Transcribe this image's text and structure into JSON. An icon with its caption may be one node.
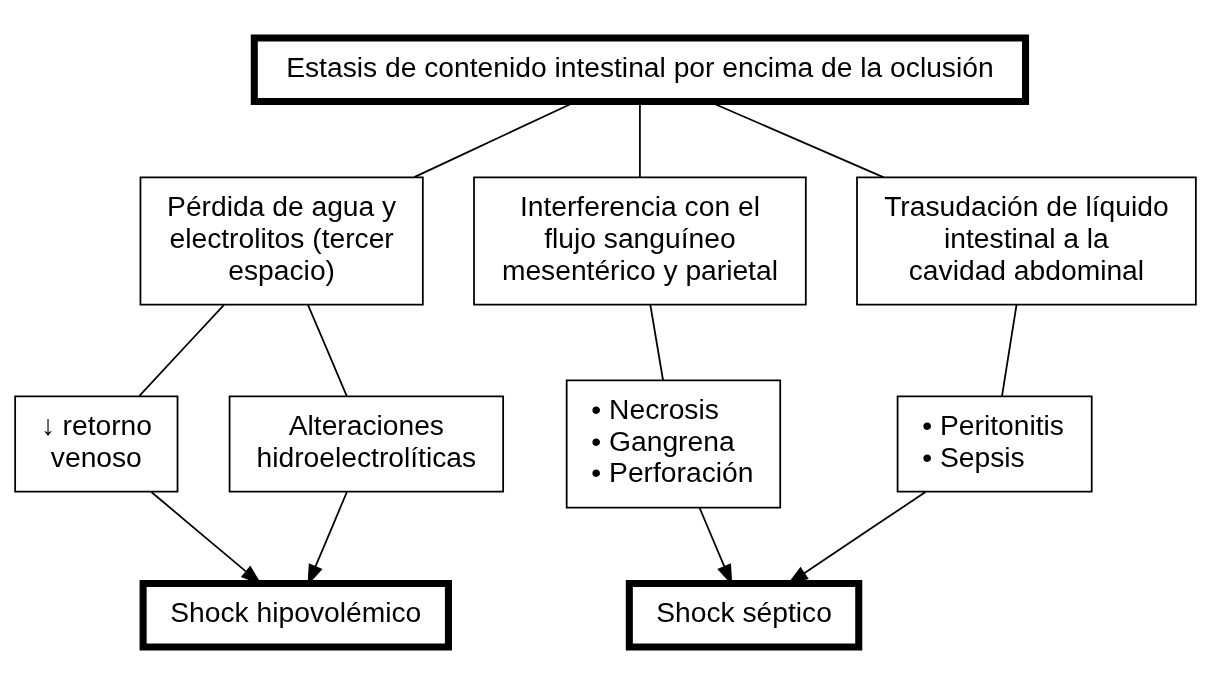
{
  "diagram": {
    "nodes": [
      {
        "text": [
          "Estasis de contenido intestinal por encima de la oclusión"
        ]
      },
      {
        "text": [
          "Pérdida de agua y electrolitos (tercer espacio)"
        ]
      },
      {
        "text": [
          "Interferencia con el flujo sanguíneo mesentérico y parietal"
        ]
      },
      {
        "text": [
          "Trasudación de líquido intestinal a la cavidad abdominal"
        ]
      },
      {
        "text": [
          "↓ retorno venoso"
        ]
      },
      {
        "text": [
          "Alteraciones hidroelectrolíticas"
        ]
      },
      {
        "text": [
          "• Necrosis",
          "• Gangrena",
          "• Perforación"
        ]
      },
      {
        "text": [
          "• Peritonitis",
          "• Sepsis"
        ]
      },
      {
        "text": [
          "Shock hipovolémico"
        ]
      },
      {
        "text": [
          "Shock séptico"
        ]
      }
    ],
    "edges": [
      {
        "from": 0,
        "to": 1,
        "arrow": "none"
      },
      {
        "from": 0,
        "to": 2,
        "arrow": "none"
      },
      {
        "from": 0,
        "to": 3,
        "arrow": "none"
      },
      {
        "from": 1,
        "to": 4,
        "arrow": "none"
      },
      {
        "from": 1,
        "to": 5,
        "arrow": "none"
      },
      {
        "from": 2,
        "to": 6,
        "arrow": "none"
      },
      {
        "from": 3,
        "to": 7,
        "arrow": "none"
      },
      {
        "from": 4,
        "to": 8,
        "arrow": "to"
      },
      {
        "from": 5,
        "to": 8,
        "arrow": "to"
      },
      {
        "from": 6,
        "to": 9,
        "arrow": "to"
      },
      {
        "from": 7,
        "to": 9,
        "arrow": "to"
      }
    ]
  }
}
